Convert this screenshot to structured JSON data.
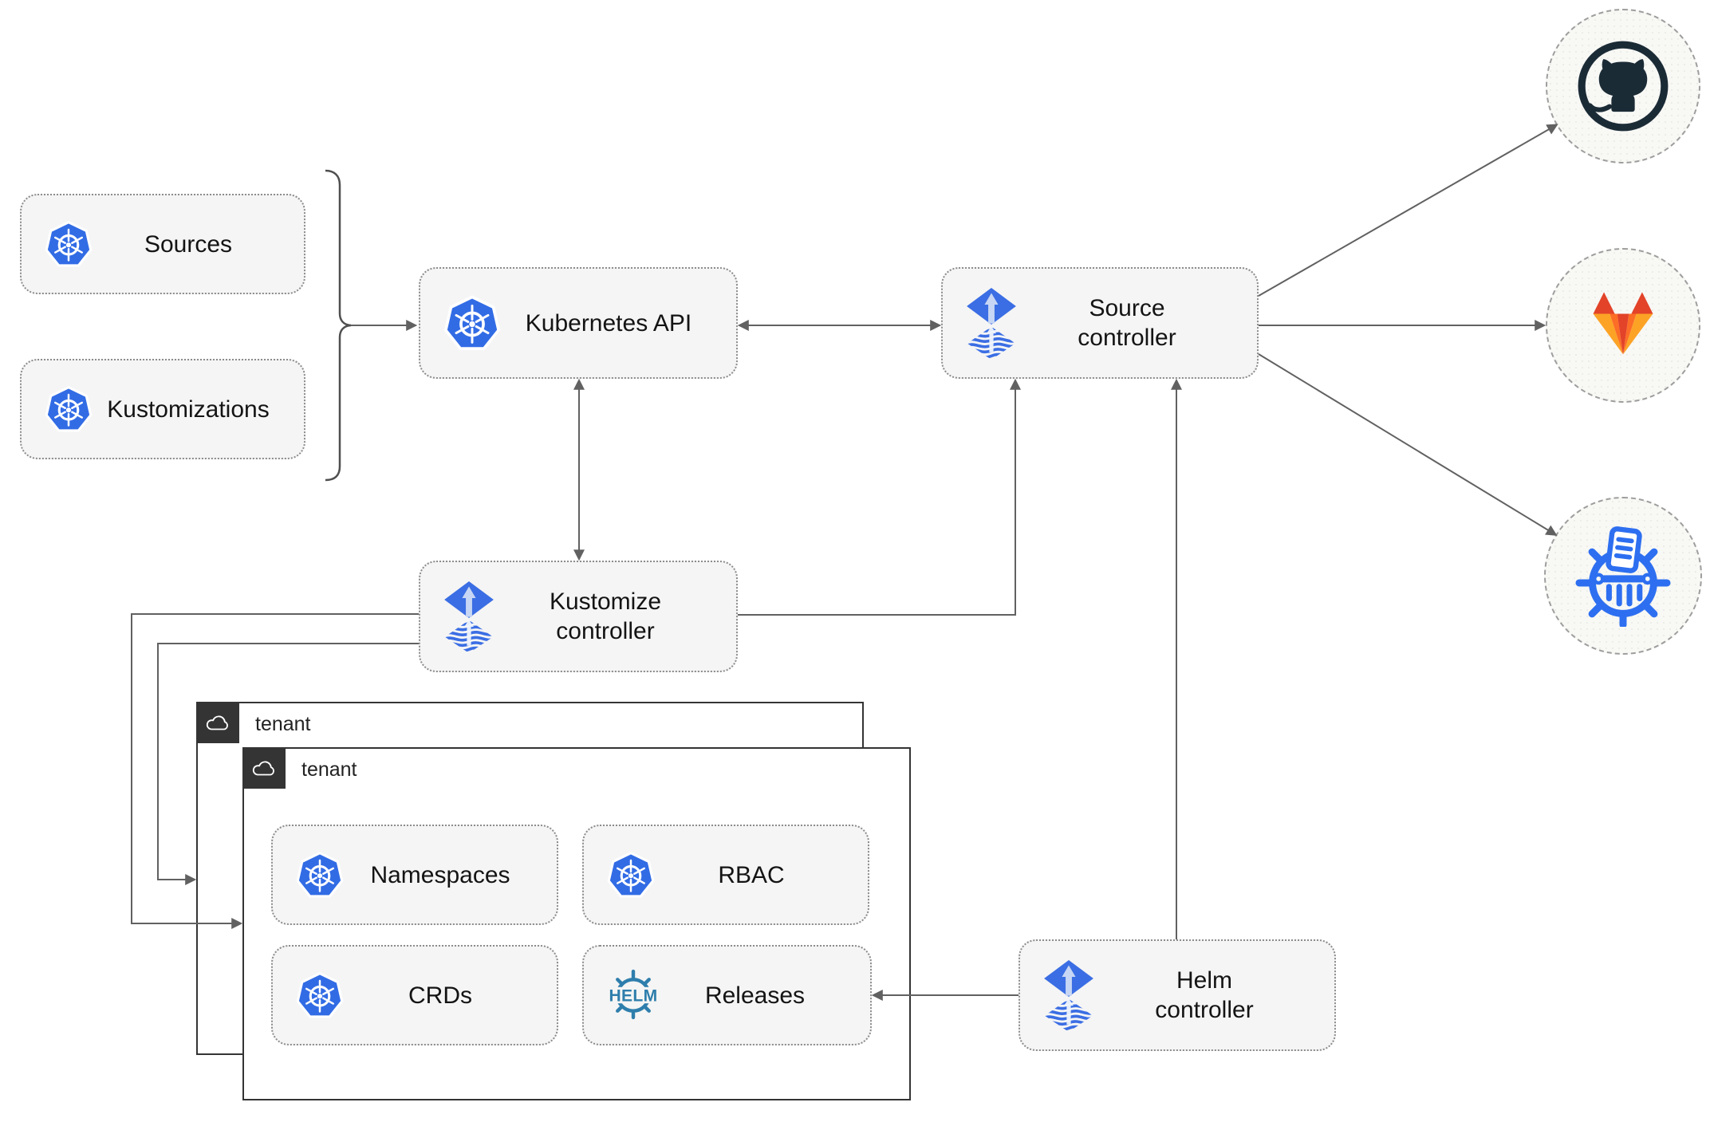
{
  "colors": {
    "canvas_bg": "#ffffff",
    "box_fill": "#f5f5f5",
    "box_border": "#8c8c8c",
    "line_gray": "#616161",
    "bracket_gray": "#4f4f4f",
    "tenant_dark": "#343434",
    "circle_fill": "#f8f8f5",
    "circle_border": "#9e9e9e",
    "text": "#141414",
    "k8s_blue": "#326ce5",
    "flux_blue": "#3b6ee4",
    "flux_arrow_light": "#c7d6f4",
    "helm_teal": "#2e7eac",
    "github_dark": "#1b2b36",
    "gitlab_red": "#e24329",
    "gitlab_orange": "#fc6d26",
    "gitlab_yellow": "#fca326",
    "manifest_blue": "#2d6ff0"
  },
  "nodes": {
    "sources": {
      "label": "Sources"
    },
    "kustomizations": {
      "label": "Kustomizations"
    },
    "kubernetes_api": {
      "label": "Kubernetes API"
    },
    "source_controller": {
      "lines": [
        "Source",
        "controller"
      ]
    },
    "kustomize_controller": {
      "lines": [
        "Kustomize",
        "controller"
      ]
    },
    "helm_controller": {
      "lines": [
        "Helm",
        "controller"
      ]
    },
    "namespaces": {
      "label": "Namespaces"
    },
    "rbac": {
      "label": "RBAC"
    },
    "crds": {
      "label": "CRDs"
    },
    "releases": {
      "label": "Releases"
    },
    "outer_tenant": {
      "label": "tenant"
    },
    "inner_tenant": {
      "label": "tenant"
    }
  },
  "icons": {
    "kubernetes_logo": "heptagon-ship-wheel",
    "flux_logo": "diamond-up-arrow-over-waves",
    "helm_logo": "ship-wheel-wordmark",
    "helm_wordmark": "HELM",
    "cloud_icon": "cloud-outline",
    "github_logo": "octocat-in-ring",
    "gitlab_logo": "tanuki-fox",
    "kubernetes_manifests_logo": "wheel-document-shredder"
  }
}
